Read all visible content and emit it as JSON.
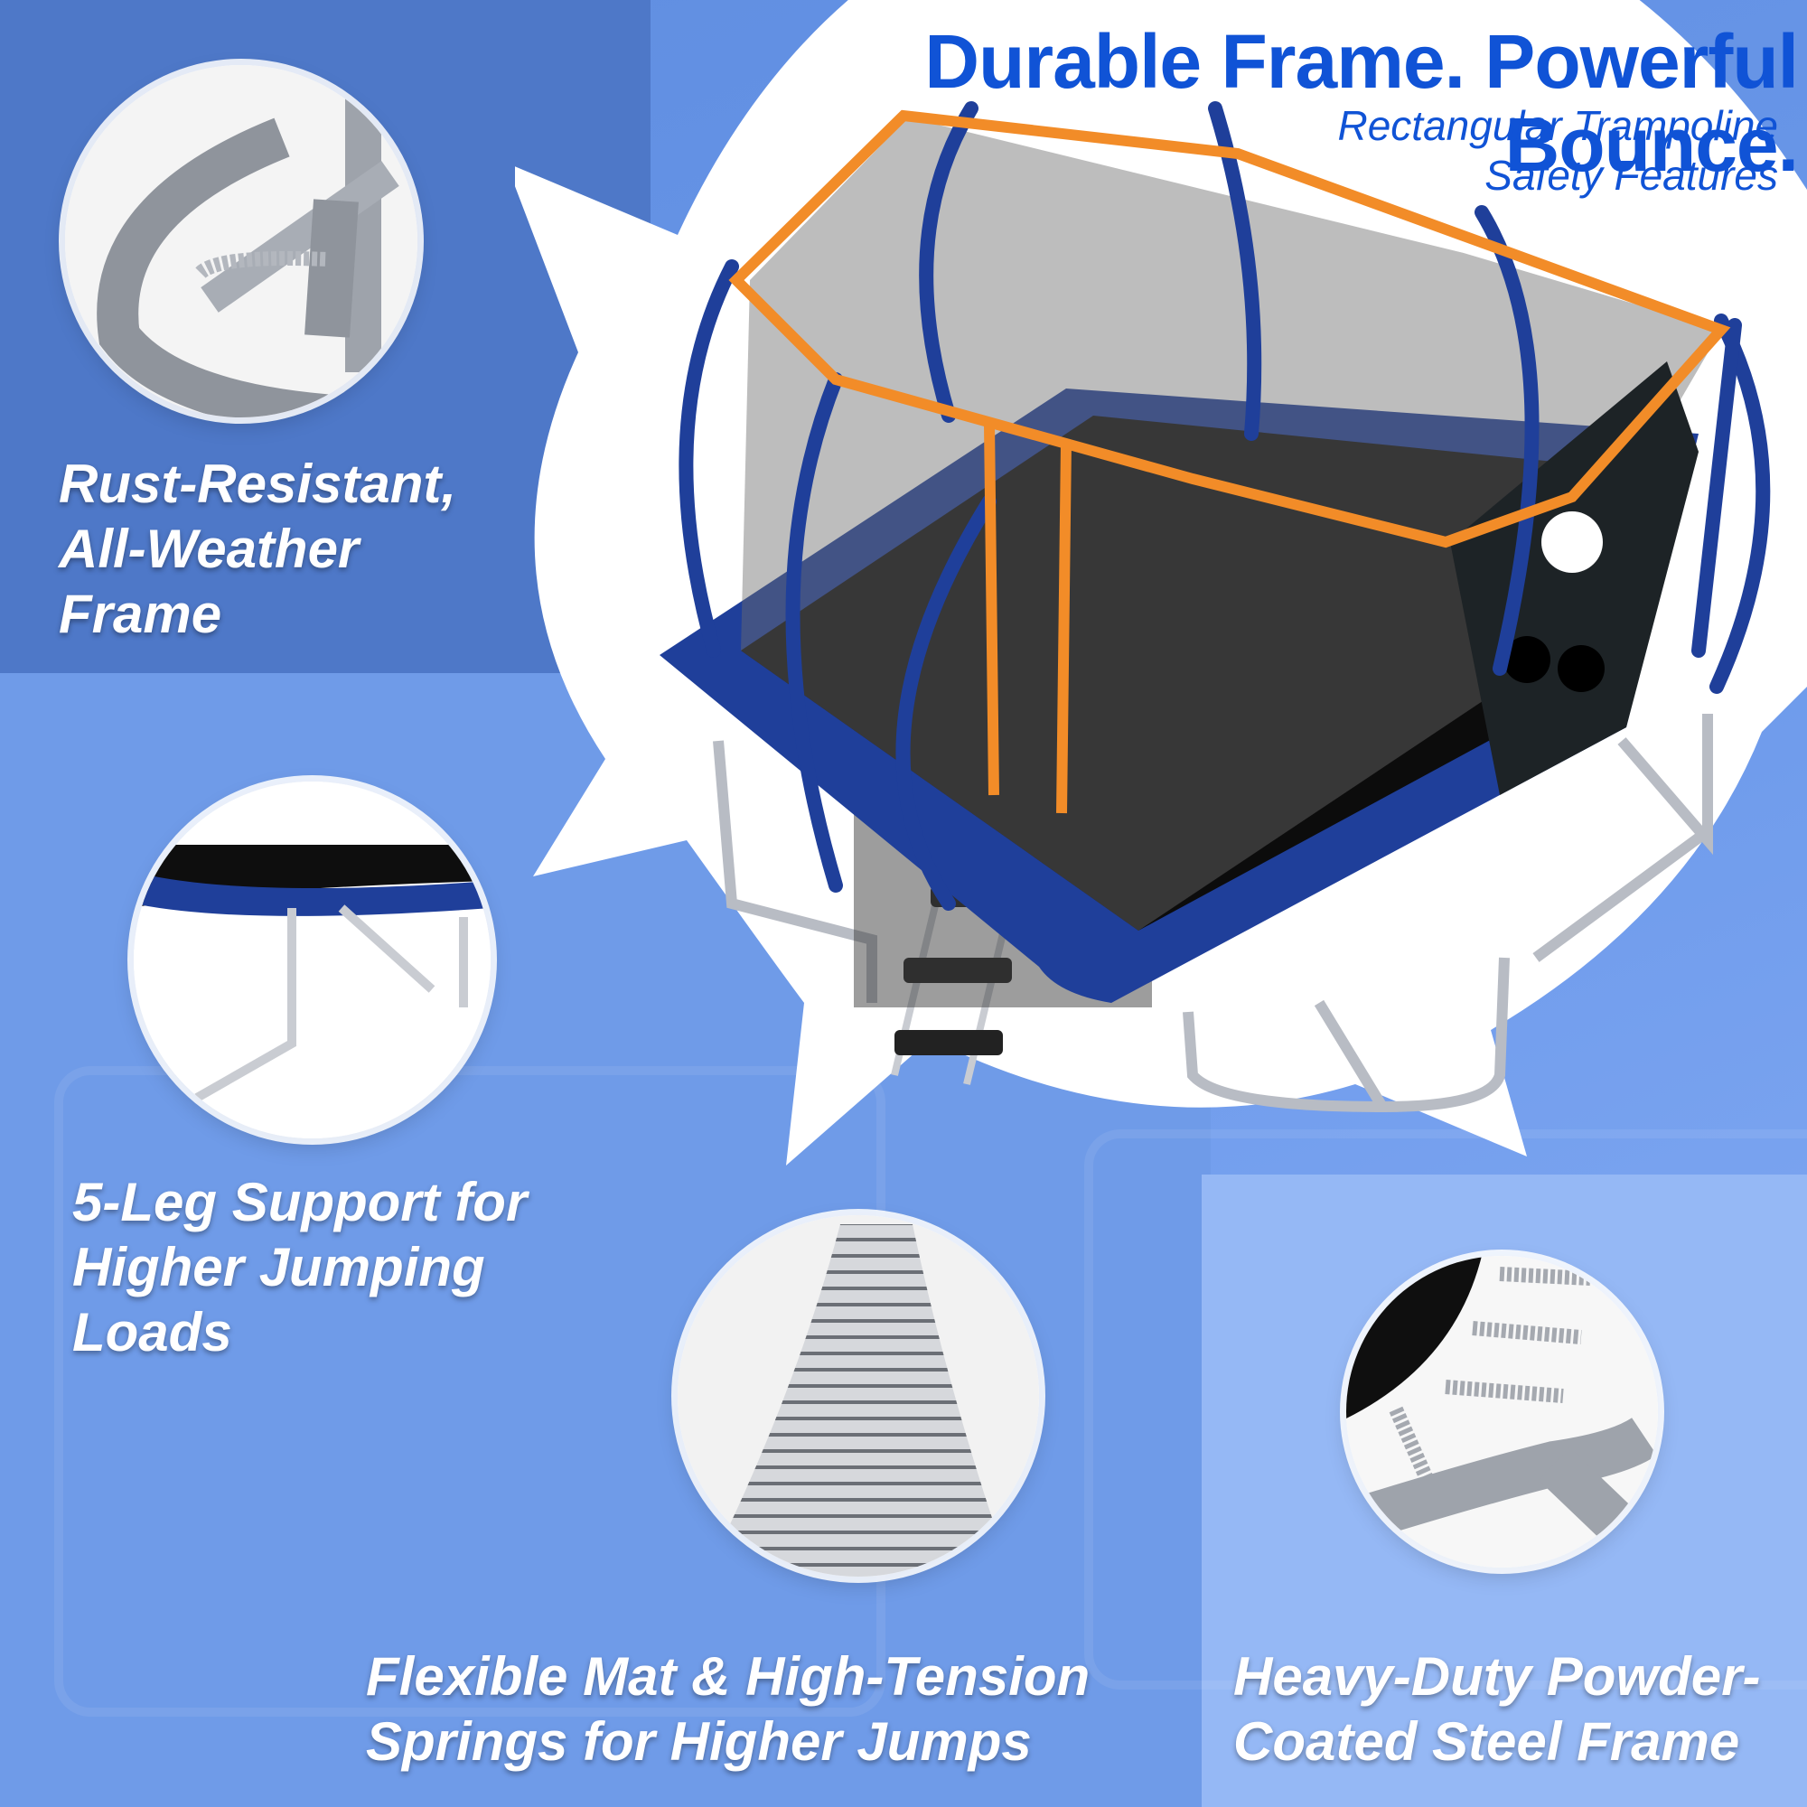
{
  "header": {
    "title": "Durable Frame. Powerful Bounce.",
    "subtitle_line1": "Rectangular Trampoline",
    "subtitle_line2": "Safety Features"
  },
  "features": {
    "rust": {
      "line1": "Rust-Resistant,",
      "line2": "All-Weather",
      "line3": "Frame"
    },
    "legs": {
      "line1": "5-Leg Support for",
      "line2": "Higher Jumping",
      "line3": "Loads"
    },
    "mat": {
      "line1": "Flexible Mat & High-Tension",
      "line2": "Springs for Higher Jumps"
    },
    "steel": {
      "line1": "Heavy-Duty Powder-",
      "line2": "Coated Steel Frame"
    }
  },
  "colors": {
    "title_blue": "#1053d6",
    "pad_blue": "#1f3f9a",
    "net_orange": "#f28c28",
    "background_blue": "#6f9be8"
  },
  "icons": {
    "product": "trampoline-with-enclosure-image",
    "frame_closeup": "frame-joint-closeup-image",
    "leg_closeup": "leg-support-closeup-image",
    "spring_closeup": "springs-closeup-image",
    "steel_closeup": "steel-frame-closeup-image"
  }
}
